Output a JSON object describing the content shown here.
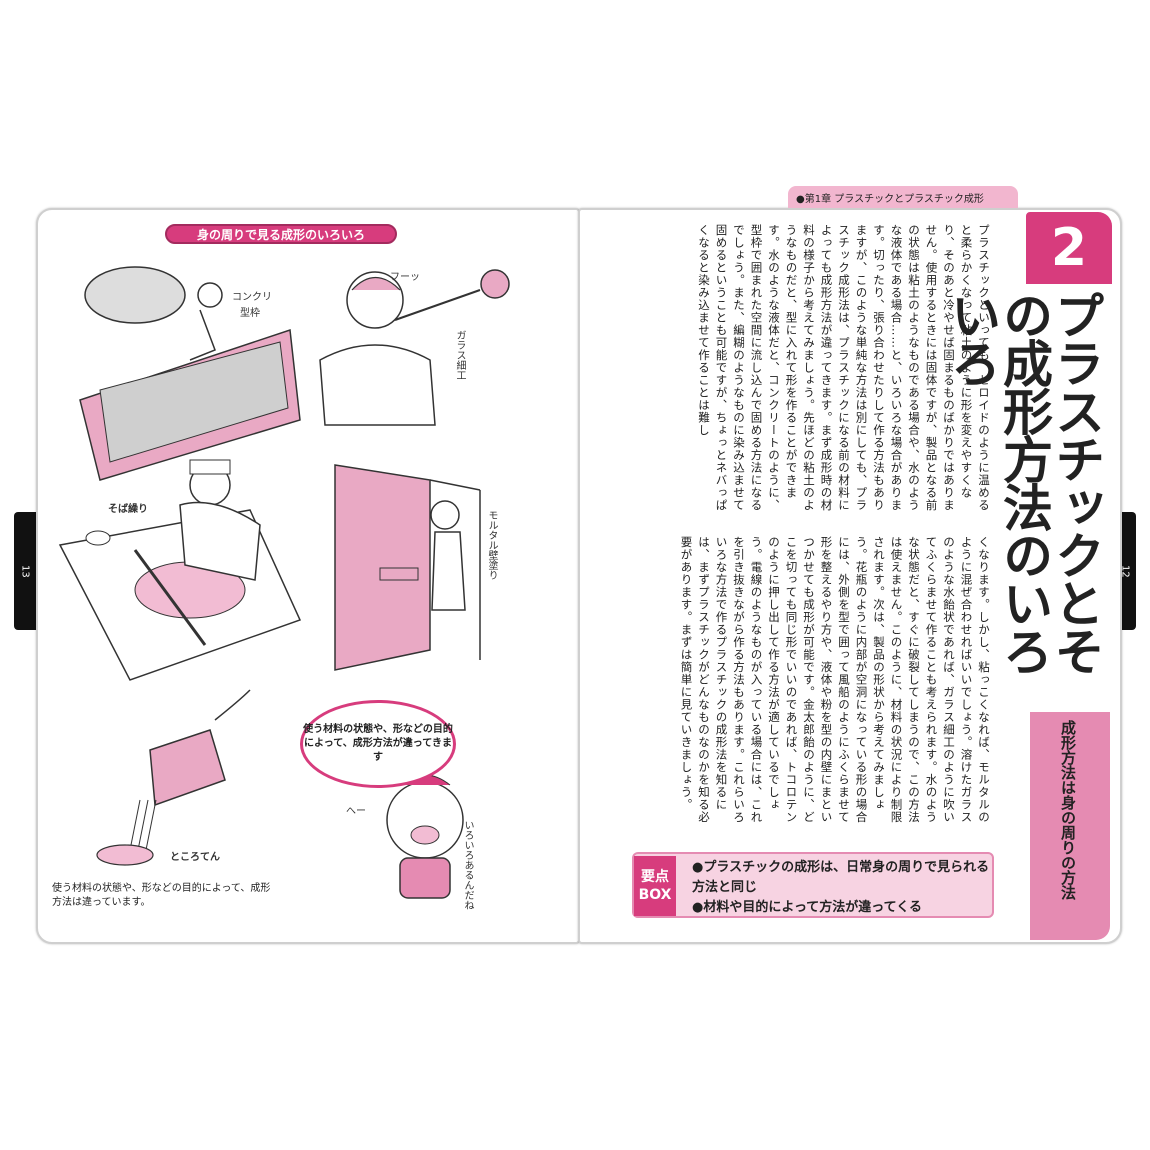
{
  "left_page": {
    "page_number": "13",
    "figure_title": "身の周りで見る成形のいろいろ",
    "labels": {
      "concrete": "コンクリ",
      "concrete2": "型枠",
      "glass": "ガラス細工",
      "blow": "フーッ",
      "soba": "そば繰り",
      "mortar": "モルタル壁塗り",
      "tokoroten": "ところてん",
      "he": "へー",
      "iroiro": "いろいろあるんだね"
    },
    "speech_bubble": "使う材料の状態や、形などの目的によって、成形方法が違ってきます",
    "caption": "使う材料の状態や、形などの目的によって、成形方法は違っています。"
  },
  "right_page": {
    "page_number": "12",
    "chapter_header": "●第1章 プラスチックとプラスチック成形",
    "section_number": "2",
    "title": "プラスチックとその成形方法のいろいろ",
    "subtitle": "成形方法は身の周りの方法",
    "body_col1": "プラスチックといっても、セロイドのように温めると柔らかくなって粘土のように形を変えやすくなり、そのあと冷やせば固まるものばかりではありません。使用するときには固体ですが、製品となる前の状態は粘土のようなものである場合や、水のような液体である場合……と、いろいろな場合があります。切ったり、張り合わせたりして作る方法もありますが、このような単純な方法は別にしても、プラスチック成形法は、プラスチックになる前の材料によっても成形方法が違ってきます。まず成形時の材料の様子から考えてみましょう。先ほどの粘土のようなものだと、型に入れて形を作ることができます。水のような液体だと、コンクリートのように、型枠で囲まれた空間に流し込んで固める方法になるでしょう。また、編糊のようなものに染み込ませて固めるということも可能ですが、ちょっとネバっぱくなると染み込ませて作ることは難し",
    "body_col2": "くなります。しかし、粘っこくなれば、モルタルのように混ぜ合わせればいいでしょう。溶けたガラスのような水飴状であれば、ガラス細工のように吹いてふくらませて作ることも考えられます。水のような状態だと、すぐに破裂してしまうので、この方法は使えません。このように、材料の状況により制限されます。次は、製品の形状から考えてみましょう。花瓶のように内部が空洞になっている形の場合には、外側を型で囲って風船のようにふくらませて形を整えるやり方や、液体や粉を型の内壁にまといつかせても成形が可能です。金太郎飴のように、どこを切っても同じ形でいいのであれば、トコロテンのように押し出して作る方法が適しているでしょう。電線のようなものが入っている場合には、これを引き抜きながら作る方法もあります。これらいろいろな方法で作るプラスチックの成形法を知るには、まずプラスチックがどんなものなのかを知る必要があります。まずは簡単に見ていきましょう。",
    "point_box": {
      "label_top": "要点",
      "label_bottom": "BOX",
      "items": [
        "●プラスチックの成形は、日常身の周りで見られる方法と同じ",
        "●材料や目的によって方法が違ってくる"
      ]
    }
  },
  "colors": {
    "accent": "#d73c7d",
    "accent_light": "#f7d3e2",
    "accent_mid": "#e58bb2"
  }
}
